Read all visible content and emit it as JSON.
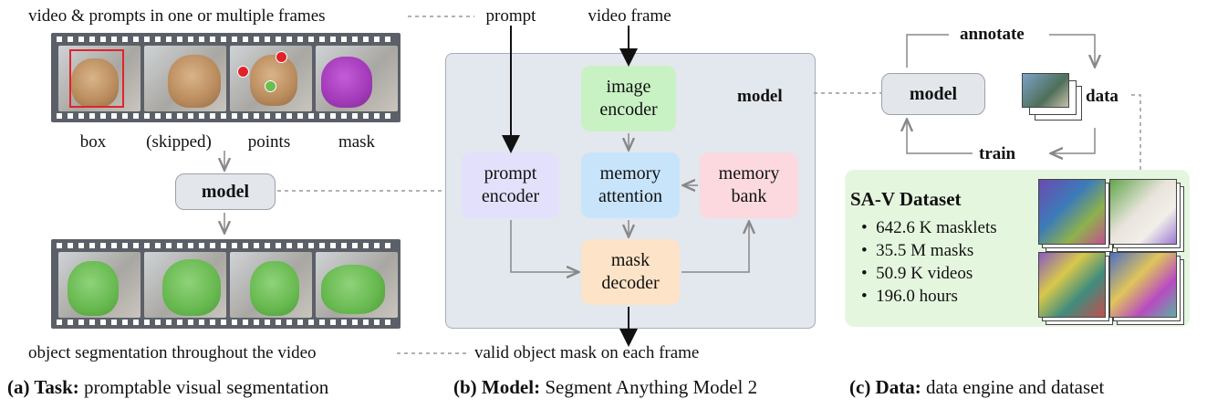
{
  "panel_a": {
    "top_label": "video & prompts in one or multiple frames",
    "frame_labels": [
      "box",
      "(skipped)",
      "points",
      "mask"
    ],
    "model_label": "model",
    "bottom_label": "object segmentation throughout the video",
    "caption_bold": "(a) Task:",
    "caption_rest": " promptable visual segmentation"
  },
  "panel_b": {
    "prompt_label": "prompt",
    "video_frame_label": "video frame",
    "model_title": "model",
    "image_encoder": "image\nencoder",
    "prompt_encoder": "prompt\nencoder",
    "memory_attention": "memory\nattention",
    "memory_bank": "memory\nbank",
    "mask_decoder": "mask\ndecoder",
    "output_label": "valid object mask on each frame",
    "caption_bold": "(b) Model:",
    "caption_rest": " Segment Anything Model 2"
  },
  "panel_c": {
    "annotate": "annotate",
    "model": "model",
    "data": "data",
    "train": "train",
    "dataset_title": "SA-V Dataset",
    "stats": [
      "642.6 K masklets",
      "35.5 M masks",
      "50.9 K videos",
      "196.0 hours"
    ],
    "caption_bold": "(c) Data:",
    "caption_rest": " data engine and dataset"
  },
  "colors": {
    "image_encoder": "#c9f2c4",
    "prompt_encoder": "#e2e0fb",
    "memory_attention": "#c8e4fb",
    "memory_bank": "#fbd9df",
    "mask_decoder": "#fde3c7",
    "model_panel": "#e3e7ee",
    "dataset_panel": "#e5f6df",
    "box_prompt": "#e0232b",
    "mask_green": "#6bbf4f",
    "mask_purple": "#a53bbd"
  }
}
